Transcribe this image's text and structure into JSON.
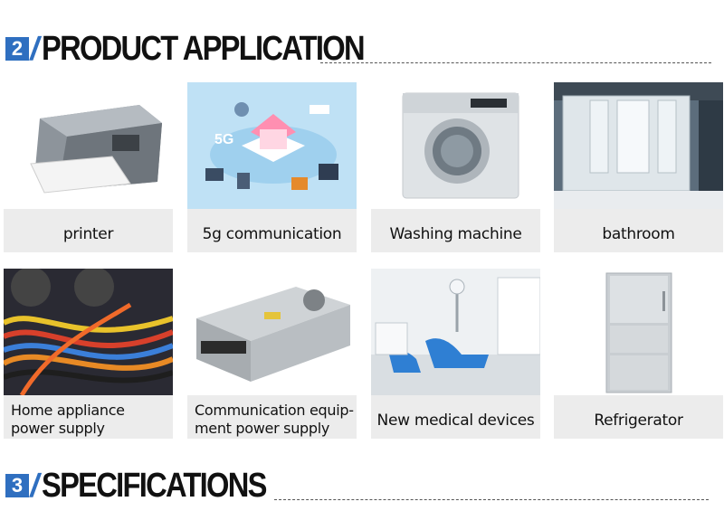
{
  "sections": {
    "application": {
      "number": "2",
      "title": "PRODUCT APPLICATION"
    },
    "specs": {
      "number": "3",
      "title": "SPECIFICATIONS"
    }
  },
  "cards": [
    {
      "label": "printer"
    },
    {
      "label": "5g communication",
      "badge": "5G"
    },
    {
      "label": "Washing machine"
    },
    {
      "label": "bathroom"
    },
    {
      "label_line1": "Home appliance",
      "label_line2": "power supply"
    },
    {
      "label_line1": "Communication equip-",
      "label_line2": "ment power supply"
    },
    {
      "label": "New medical devices"
    },
    {
      "label": "Refrigerator"
    }
  ],
  "colors": {
    "accent": "#2f6fc0",
    "card_bg": "#ececec"
  }
}
